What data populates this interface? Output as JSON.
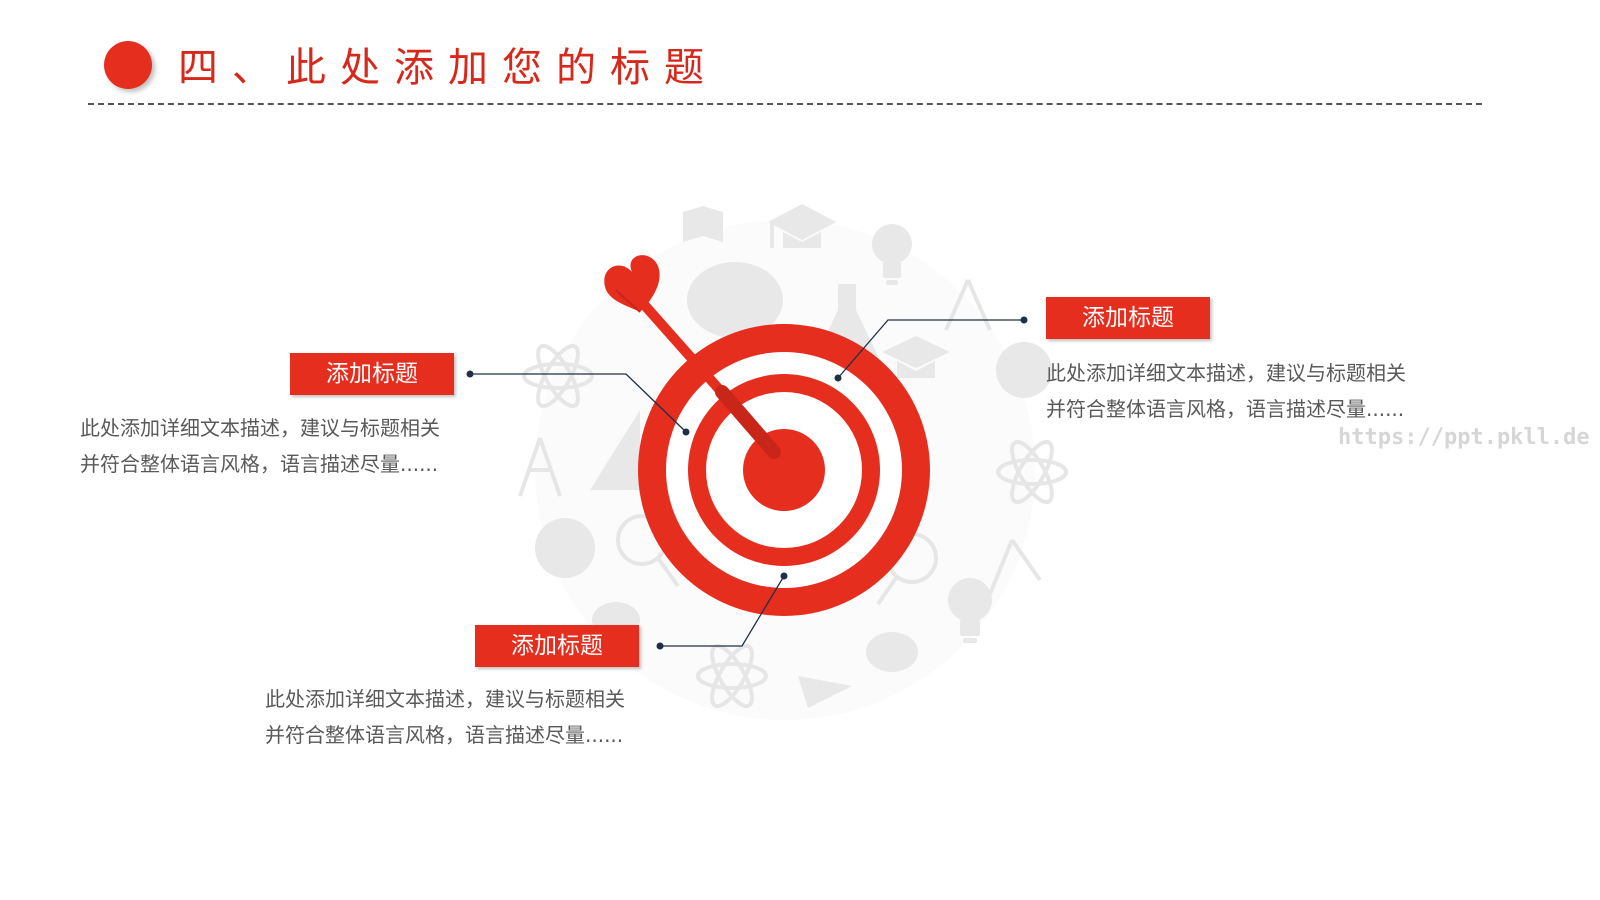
{
  "slide": {
    "title": "四、此处添加您的标题"
  },
  "callouts": [
    {
      "label": "添加标题",
      "text": "此处添加详细文本描述，建议与标题相关并符合整体语言风格，语言描述尽量......"
    },
    {
      "label": "添加标题",
      "text": "此处添加详细文本描述，建议与标题相关并符合整体语言风格，语言描述尽量......"
    },
    {
      "label": "添加标题",
      "text": "此处添加详细文本描述，建议与标题相关并符合整体语言风格，语言描述尽量......"
    }
  ],
  "watermark": "https://ppt.pkll.de",
  "colors": {
    "accent": "#e62e1f",
    "title": "#d8281c",
    "body_text": "#595959",
    "connector": "#1f3044",
    "icon_gray": "#e8e8e8"
  },
  "icons": [
    "book-icon",
    "graduation-cap-icon",
    "lightbulb-icon",
    "palette-icon",
    "flask-icon",
    "atom-icon",
    "compass-icon",
    "globe-icon",
    "magnifier-icon",
    "ruler-triangle-icon",
    "dart-icon",
    "target-icon"
  ]
}
